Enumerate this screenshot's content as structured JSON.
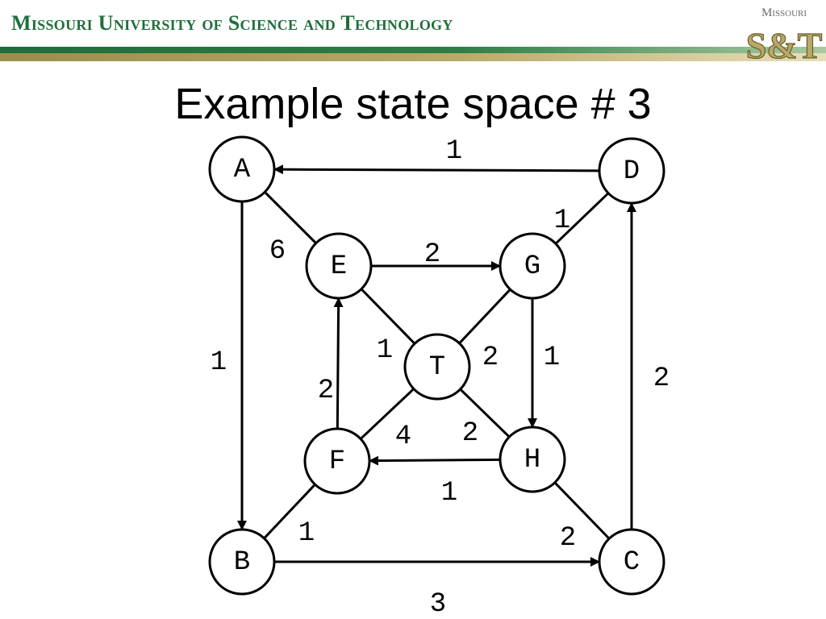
{
  "header": {
    "university_name": "Missouri University of Science and Technology",
    "logo_top_text": "Missouri",
    "logo_mark_text": "S&T",
    "primary_color": "#1f6e3a",
    "secondary_color": "#b9a968"
  },
  "title": "Example state space # 3",
  "graph": {
    "nodes": [
      {
        "id": "A",
        "label": "A"
      },
      {
        "id": "B",
        "label": "B"
      },
      {
        "id": "C",
        "label": "C"
      },
      {
        "id": "D",
        "label": "D"
      },
      {
        "id": "E",
        "label": "E"
      },
      {
        "id": "F",
        "label": "F"
      },
      {
        "id": "G",
        "label": "G"
      },
      {
        "id": "H",
        "label": "H"
      },
      {
        "id": "T",
        "label": "T"
      }
    ],
    "edges": [
      {
        "from": "D",
        "to": "A",
        "weight": "1",
        "directed": true
      },
      {
        "from": "A",
        "to": "B",
        "weight": "1",
        "directed": true
      },
      {
        "from": "B",
        "to": "C",
        "weight": "3",
        "directed": true
      },
      {
        "from": "C",
        "to": "D",
        "weight": "2",
        "directed": true
      },
      {
        "from": "E",
        "to": "G",
        "weight": "2",
        "directed": true
      },
      {
        "from": "G",
        "to": "H",
        "weight": "1",
        "directed": true
      },
      {
        "from": "H",
        "to": "F",
        "weight": "1",
        "directed": true
      },
      {
        "from": "F",
        "to": "E",
        "weight": "2",
        "directed": true
      },
      {
        "from": "A",
        "to": "E",
        "weight": "6",
        "directed": false
      },
      {
        "from": "D",
        "to": "G",
        "weight": "1",
        "directed": false
      },
      {
        "from": "B",
        "to": "F",
        "weight": "1",
        "directed": false
      },
      {
        "from": "C",
        "to": "H",
        "weight": "2",
        "directed": false
      },
      {
        "from": "E",
        "to": "T",
        "weight": "1",
        "directed": false
      },
      {
        "from": "G",
        "to": "T",
        "weight": "2",
        "directed": false
      },
      {
        "from": "F",
        "to": "T",
        "weight": "4",
        "directed": false
      },
      {
        "from": "H",
        "to": "T",
        "weight": "2",
        "directed": false
      }
    ]
  }
}
